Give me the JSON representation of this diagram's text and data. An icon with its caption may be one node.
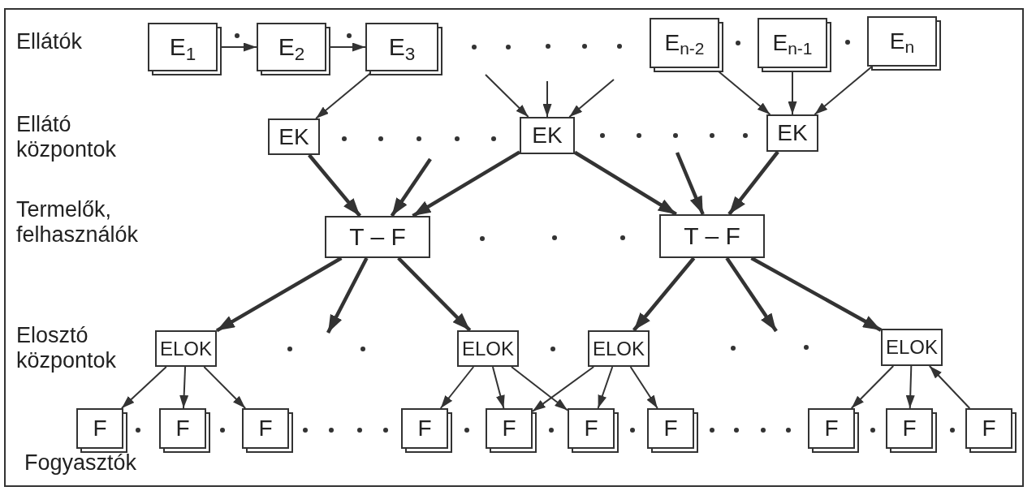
{
  "diagram": {
    "nodes": [
      {
        "text": [
          "E$_{1}$"
        ]
      },
      {
        "text": [
          "E$_{2}$"
        ]
      },
      {
        "text": [
          "E$_{3}$"
        ]
      },
      {
        "text": [
          "E$_{n-2}$"
        ]
      },
      {
        "text": [
          "E$_{n-1}$"
        ]
      },
      {
        "text": [
          "E$_{n}$"
        ]
      },
      {
        "text": [
          "EK"
        ]
      },
      {
        "text": [
          "EK"
        ]
      },
      {
        "text": [
          "EK"
        ]
      },
      {
        "text": [
          "T – F"
        ]
      },
      {
        "text": [
          "T – F"
        ]
      },
      {
        "text": [
          "ELOK"
        ]
      },
      {
        "text": [
          "ELOK"
        ]
      },
      {
        "text": [
          "ELOK"
        ]
      },
      {
        "text": [
          "ELOK"
        ]
      },
      {
        "text": [
          "F"
        ]
      },
      {
        "text": [
          "F"
        ]
      },
      {
        "text": [
          "F"
        ]
      },
      {
        "text": [
          "F"
        ]
      },
      {
        "text": [
          "F"
        ]
      },
      {
        "text": [
          "F"
        ]
      },
      {
        "text": [
          "F"
        ]
      },
      {
        "text": [
          "F"
        ]
      },
      {
        "text": [
          "F"
        ]
      },
      {
        "text": [
          "F"
        ]
      }
    ],
    "edges": [
      {
        "from": 0,
        "to": 1,
        "arrow": "to"
      },
      {
        "from": 1,
        "to": 2,
        "arrow": "to"
      },
      {
        "from": 2,
        "to": 6,
        "arrow": "to"
      },
      {
        "from": null,
        "to": 7,
        "arrow": "to"
      },
      {
        "from": null,
        "to": 7,
        "arrow": "to"
      },
      {
        "from": null,
        "to": 7,
        "arrow": "to"
      },
      {
        "from": 3,
        "to": 8,
        "arrow": "to"
      },
      {
        "from": 4,
        "to": 8,
        "arrow": "to"
      },
      {
        "from": 5,
        "to": 8,
        "arrow": "to"
      },
      {
        "from": 6,
        "to": 9,
        "arrow": "to",
        "style": "thick"
      },
      {
        "from": null,
        "to": 9,
        "arrow": "to",
        "style": "thick"
      },
      {
        "from": 7,
        "to": 9,
        "arrow": "to",
        "style": "thick"
      },
      {
        "from": 7,
        "to": 10,
        "arrow": "to",
        "style": "thick"
      },
      {
        "from": null,
        "to": 10,
        "arrow": "to",
        "style": "thick"
      },
      {
        "from": 8,
        "to": 10,
        "arrow": "to",
        "style": "thick"
      },
      {
        "from": 9,
        "to": 11,
        "arrow": "to",
        "style": "thick"
      },
      {
        "from": 9,
        "to": null,
        "arrow": "to",
        "style": "thick"
      },
      {
        "from": 9,
        "to": 12,
        "arrow": "to",
        "style": "thick"
      },
      {
        "from": 10,
        "to": 13,
        "arrow": "to",
        "style": "thick"
      },
      {
        "from": 10,
        "to": null,
        "arrow": "to",
        "style": "thick"
      },
      {
        "from": 10,
        "to": 14,
        "arrow": "to",
        "style": "thick"
      },
      {
        "from": 11,
        "to": 15,
        "arrow": "to"
      },
      {
        "from": 11,
        "to": 16,
        "arrow": "to"
      },
      {
        "from": 11,
        "to": 17,
        "arrow": "to"
      },
      {
        "from": 12,
        "to": 18,
        "arrow": "to"
      },
      {
        "from": 12,
        "to": 19,
        "arrow": "to"
      },
      {
        "from": 12,
        "to": 20,
        "arrow": "to"
      },
      {
        "from": 13,
        "to": 19,
        "arrow": "to"
      },
      {
        "from": 13,
        "to": 20,
        "arrow": "to"
      },
      {
        "from": 13,
        "to": 21,
        "arrow": "to"
      },
      {
        "from": 14,
        "to": 22,
        "arrow": "to"
      },
      {
        "from": 14,
        "to": 23,
        "arrow": "to"
      },
      {
        "from": 24,
        "to": 14,
        "arrow": "to"
      }
    ],
    "labels": [
      "Ellátók",
      "Ellátó központok",
      "Termelők, felhasználók",
      "Elosztó központok",
      "Fogyasztók"
    ]
  }
}
